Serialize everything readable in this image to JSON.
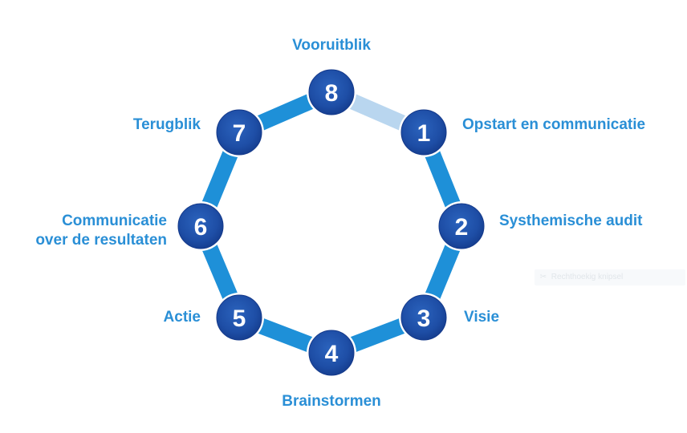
{
  "steps": [
    {
      "number": "1",
      "label": "Opstart en communicatie"
    },
    {
      "number": "2",
      "label": "Systhemische audit"
    },
    {
      "number": "3",
      "label": "Visie"
    },
    {
      "number": "4",
      "label": "Brainstormen"
    },
    {
      "number": "5",
      "label": "Actie"
    },
    {
      "number": "6",
      "label_line1": "Communicatie",
      "label_line2": "over de resultaten"
    },
    {
      "number": "7",
      "label": "Terugblik"
    },
    {
      "number": "8",
      "label": "Vooruitblik"
    }
  ],
  "overlay": {
    "text": "Rechthoekig knipsel",
    "icon": "scissors-icon"
  },
  "colors": {
    "ring": "#1e90d8",
    "ring_open_segment": "#b9d6ef",
    "circle_fill": "#1e4ea6",
    "circle_dark": "#14398a",
    "circle_border": "#ffffff",
    "label": "#2a8fd6"
  }
}
